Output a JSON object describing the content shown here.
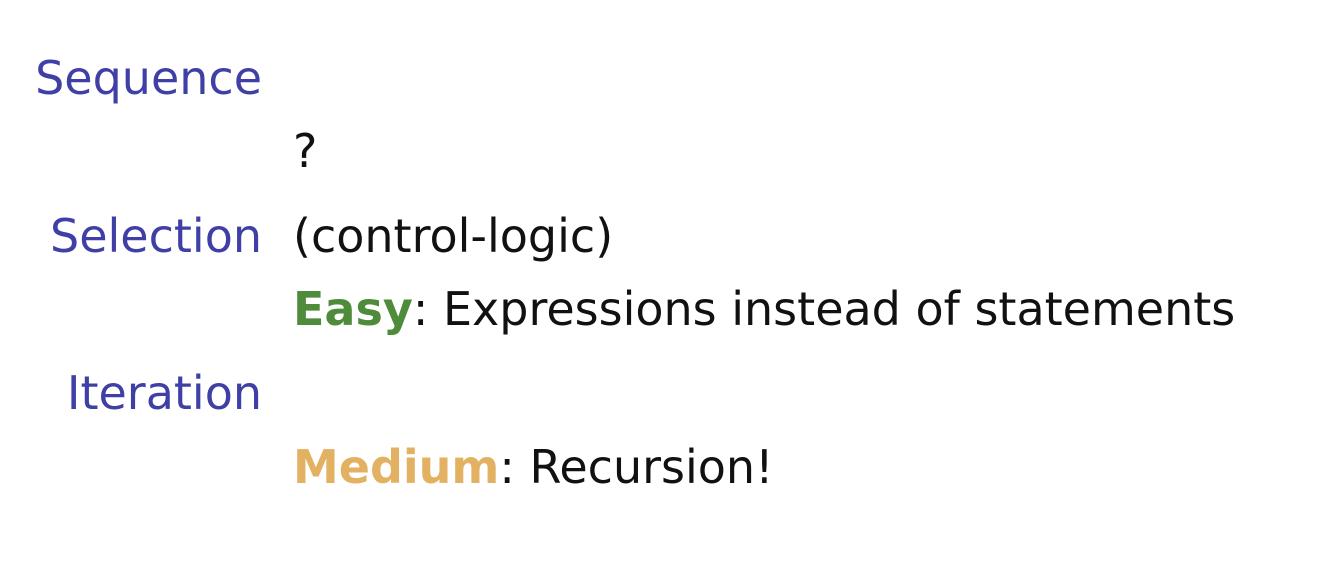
{
  "labels": {
    "sequence": "Sequence",
    "selection": "Selection",
    "iteration": "Iteration"
  },
  "content": {
    "question": "?",
    "control_logic": "(control-logic)",
    "easy": {
      "keyword": "Easy",
      "separator": ":",
      "text": " Expressions instead of statements"
    },
    "medium": {
      "keyword": "Medium",
      "separator": ":",
      "text": " Recursion!"
    }
  },
  "colors": {
    "label": "#3f3fa5",
    "text": "#111111",
    "easy": "#4e8b3a",
    "medium": "#e3b162"
  }
}
